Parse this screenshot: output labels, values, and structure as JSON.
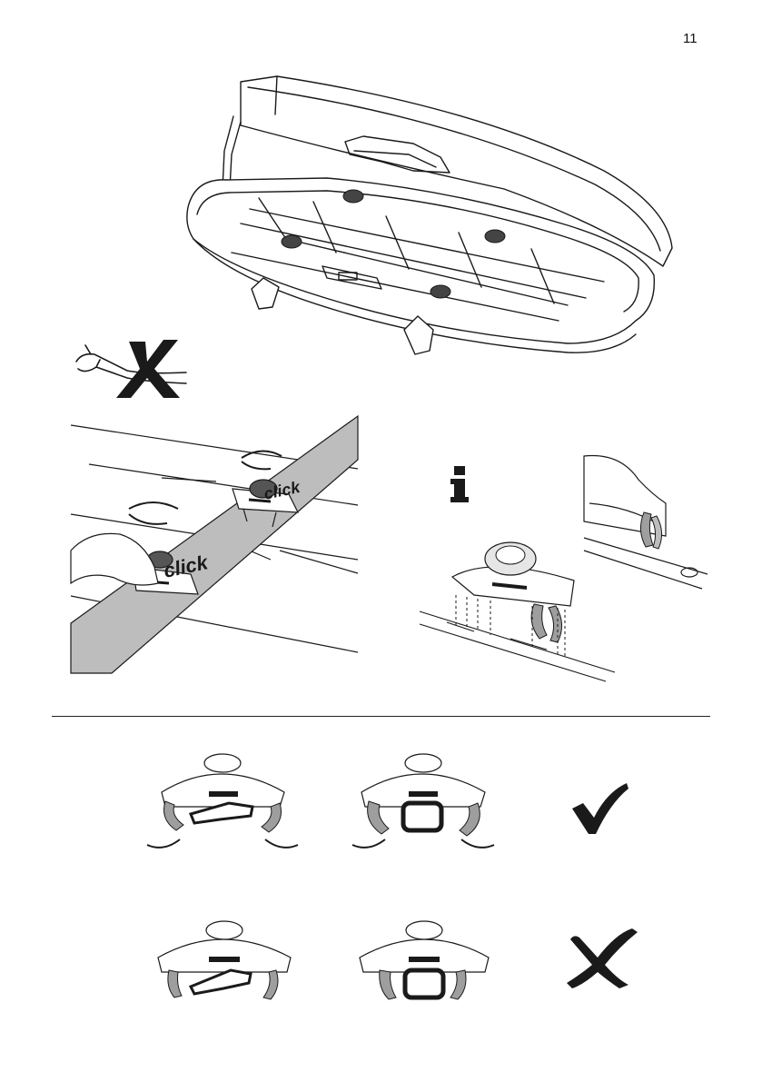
{
  "page": {
    "number": "11"
  },
  "labels": {
    "click_primary": "click",
    "click_secondary": "click"
  },
  "icons": {
    "no_pliers": "pliers-prohibited-icon",
    "info": "info-icon",
    "correct": "check-mark-icon",
    "incorrect": "cross-mark-icon"
  },
  "colors": {
    "line": "#1a1a1a",
    "bar_fill": "#bdbdbd",
    "part_fill": "#e6e6e6",
    "claw_fill": "#9e9e9e"
  }
}
